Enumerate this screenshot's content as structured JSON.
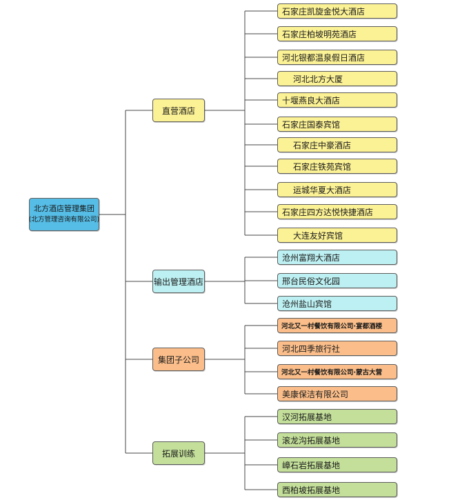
{
  "root": {
    "title": "北方酒店管理集团",
    "subtitle": "(北方管理咨询有限公司)"
  },
  "categories": [
    {
      "label": "直营酒店",
      "color": "#fbf195",
      "items": [
        "石家庄凯旋金悦大酒店",
        "石家庄柏坡明苑酒店",
        "河北银都温泉假日酒店",
        "河北北方大厦",
        "十堰燕良大酒店",
        "石家庄国泰宾馆",
        "石家庄中豪酒店",
        "石家庄铁苑宾馆",
        "运城华夏大酒店",
        "石家庄四方达悦快捷酒店",
        "大连友好宾馆"
      ]
    },
    {
      "label": "输出管理酒店",
      "color": "#bdf0f2",
      "items": [
        "沧州富翔大酒店",
        "邢台民俗文化园",
        "沧州盐山宾馆"
      ]
    },
    {
      "label": "集团子公司",
      "color": "#fbbe8a",
      "items": [
        "河北又一村餐饮有限公司·宴都酒楼",
        "河北四季旅行社",
        "河北又一村餐饮有限公司·蒙古大营",
        "美康保洁有限公司"
      ]
    },
    {
      "label": "拓展训练",
      "color": "#c3df9a",
      "items": [
        "汉河拓展基地",
        "滚龙沟拓展基地",
        "嶂石岩拓展基地",
        "西柏坡拓展基地"
      ]
    }
  ]
}
